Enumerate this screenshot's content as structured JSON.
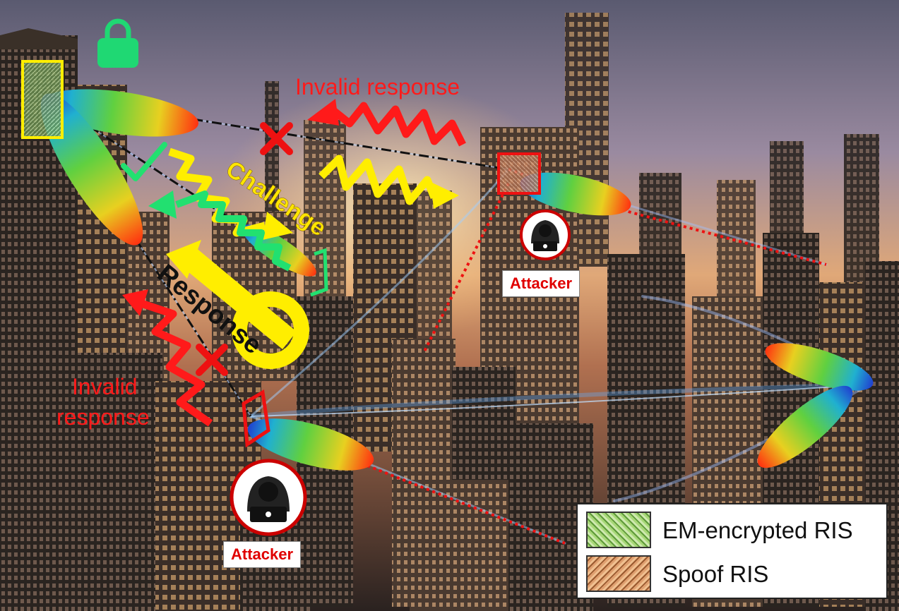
{
  "labels": {
    "invalid_response_top": "Invalid response",
    "invalid_response_left_line1": "Invalid",
    "invalid_response_left_line2": "response",
    "challenge": "Challenge",
    "response": "Response"
  },
  "attackers": [
    {
      "label": "Attacker"
    },
    {
      "label": "Attacker"
    }
  ],
  "legend": {
    "items": [
      {
        "label": "EM-encrypted RIS",
        "pattern": "green-texture"
      },
      {
        "label": "Spoof RIS",
        "pattern": "orange-texture"
      }
    ]
  },
  "colors": {
    "invalid": "#ff1a1a",
    "challenge": "#ffee00",
    "response": "#22e070",
    "lock": "#1fd873",
    "genuine_ris": "#ffee00",
    "spoof_ris": "#ee1111"
  },
  "icons": [
    "lock-icon",
    "check-icon",
    "cross-icon",
    "hacker-icon",
    "ris-panel"
  ]
}
